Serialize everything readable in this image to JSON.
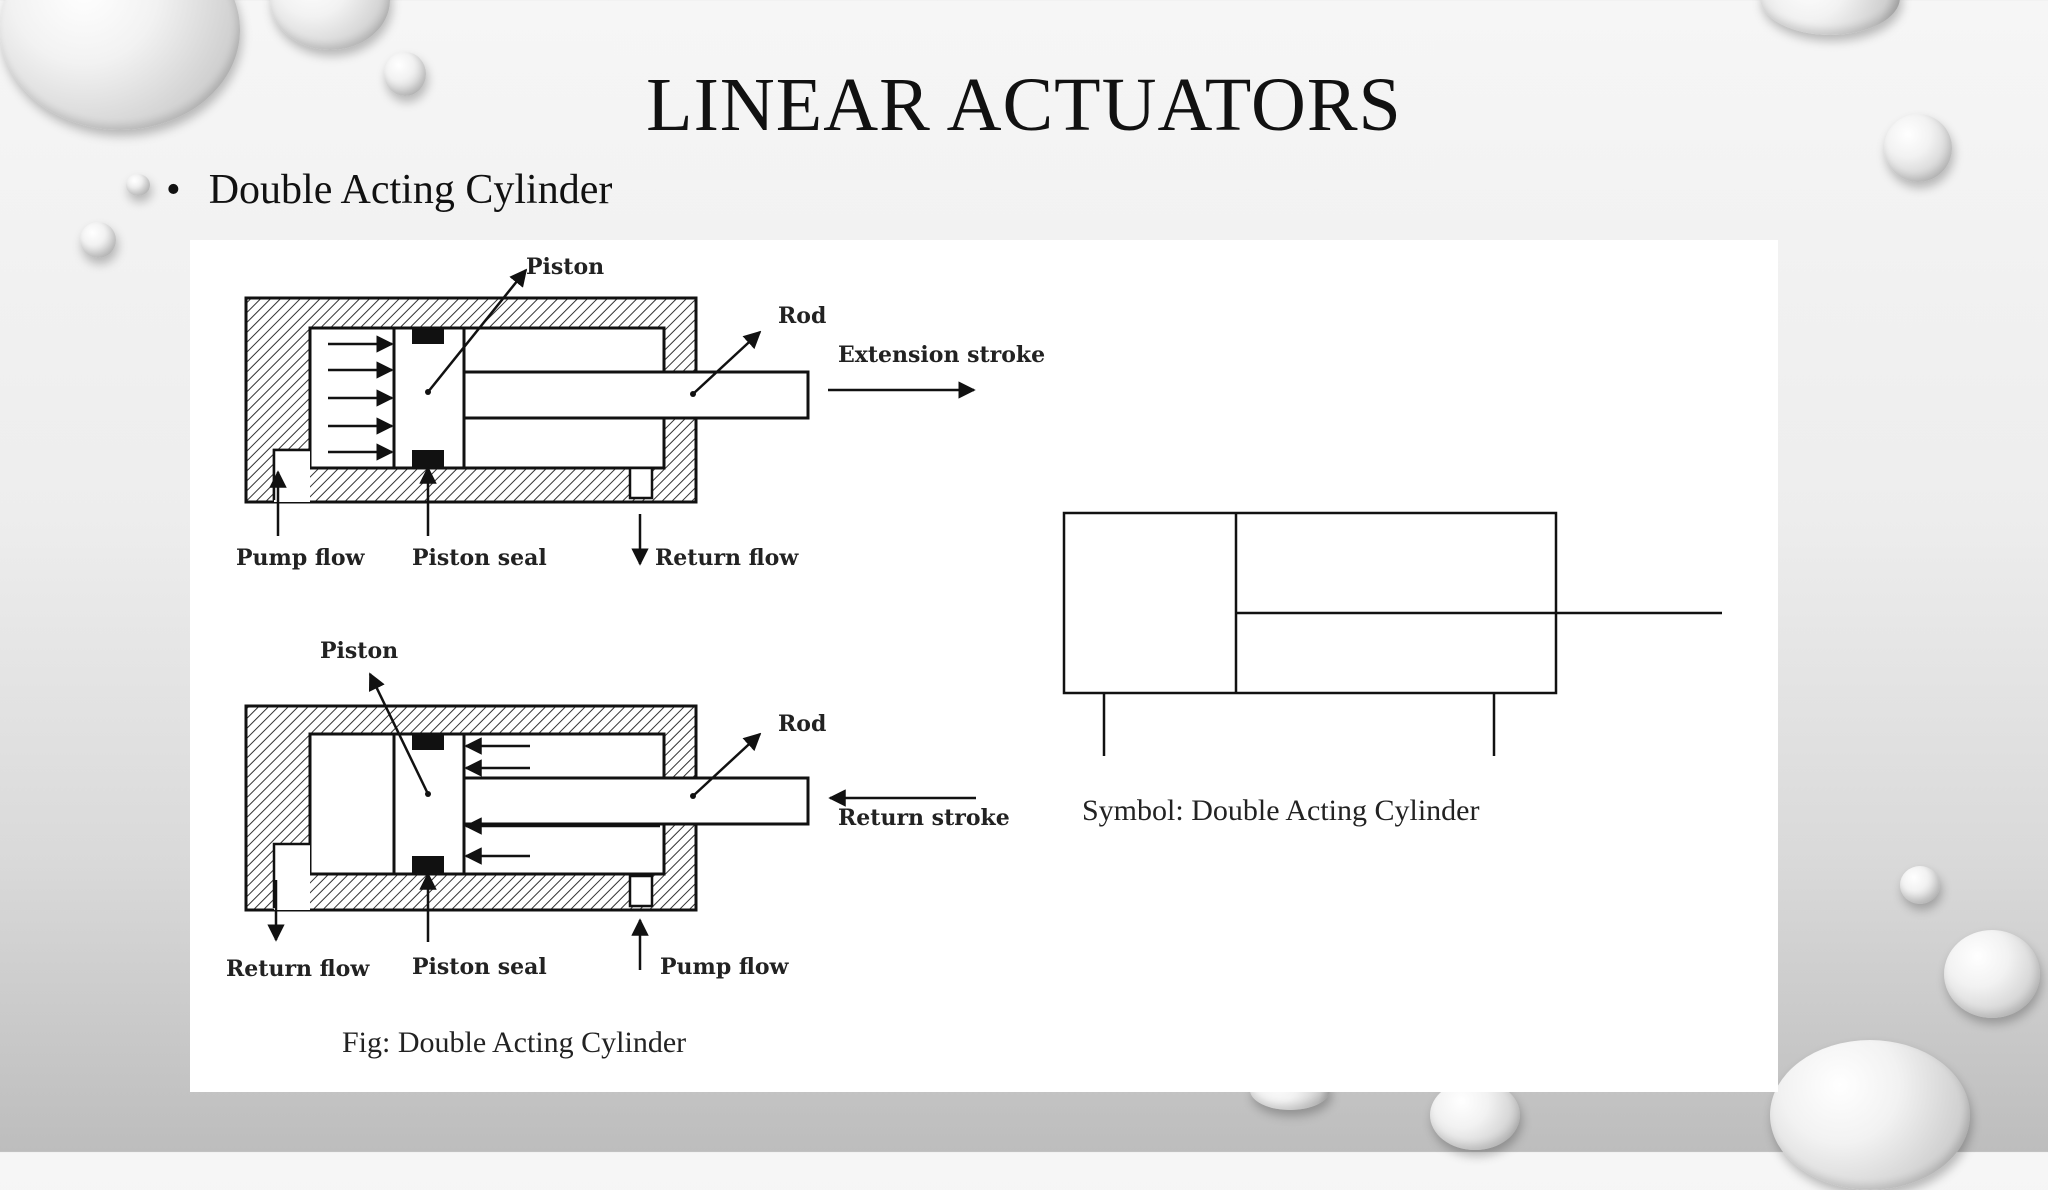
{
  "slide": {
    "title": "LINEAR ACTUATORS",
    "bullet": "Double Acting Cylinder"
  },
  "diagram_extension": {
    "piston": "Piston",
    "rod": "Rod",
    "stroke": "Extension stroke",
    "pump_flow": "Pump flow",
    "piston_seal": "Piston seal",
    "return_flow": "Return flow"
  },
  "diagram_return": {
    "piston": "Piston",
    "rod": "Rod",
    "stroke": "Return stroke",
    "return_flow": "Return flow",
    "piston_seal": "Piston seal",
    "pump_flow": "Pump flow"
  },
  "captions": {
    "figure": "Fig: Double Acting Cylinder",
    "symbol": "Symbol: Double Acting Cylinder"
  },
  "colors": {
    "background": "#ececec",
    "panel": "#ffffff",
    "ink": "#111111"
  }
}
